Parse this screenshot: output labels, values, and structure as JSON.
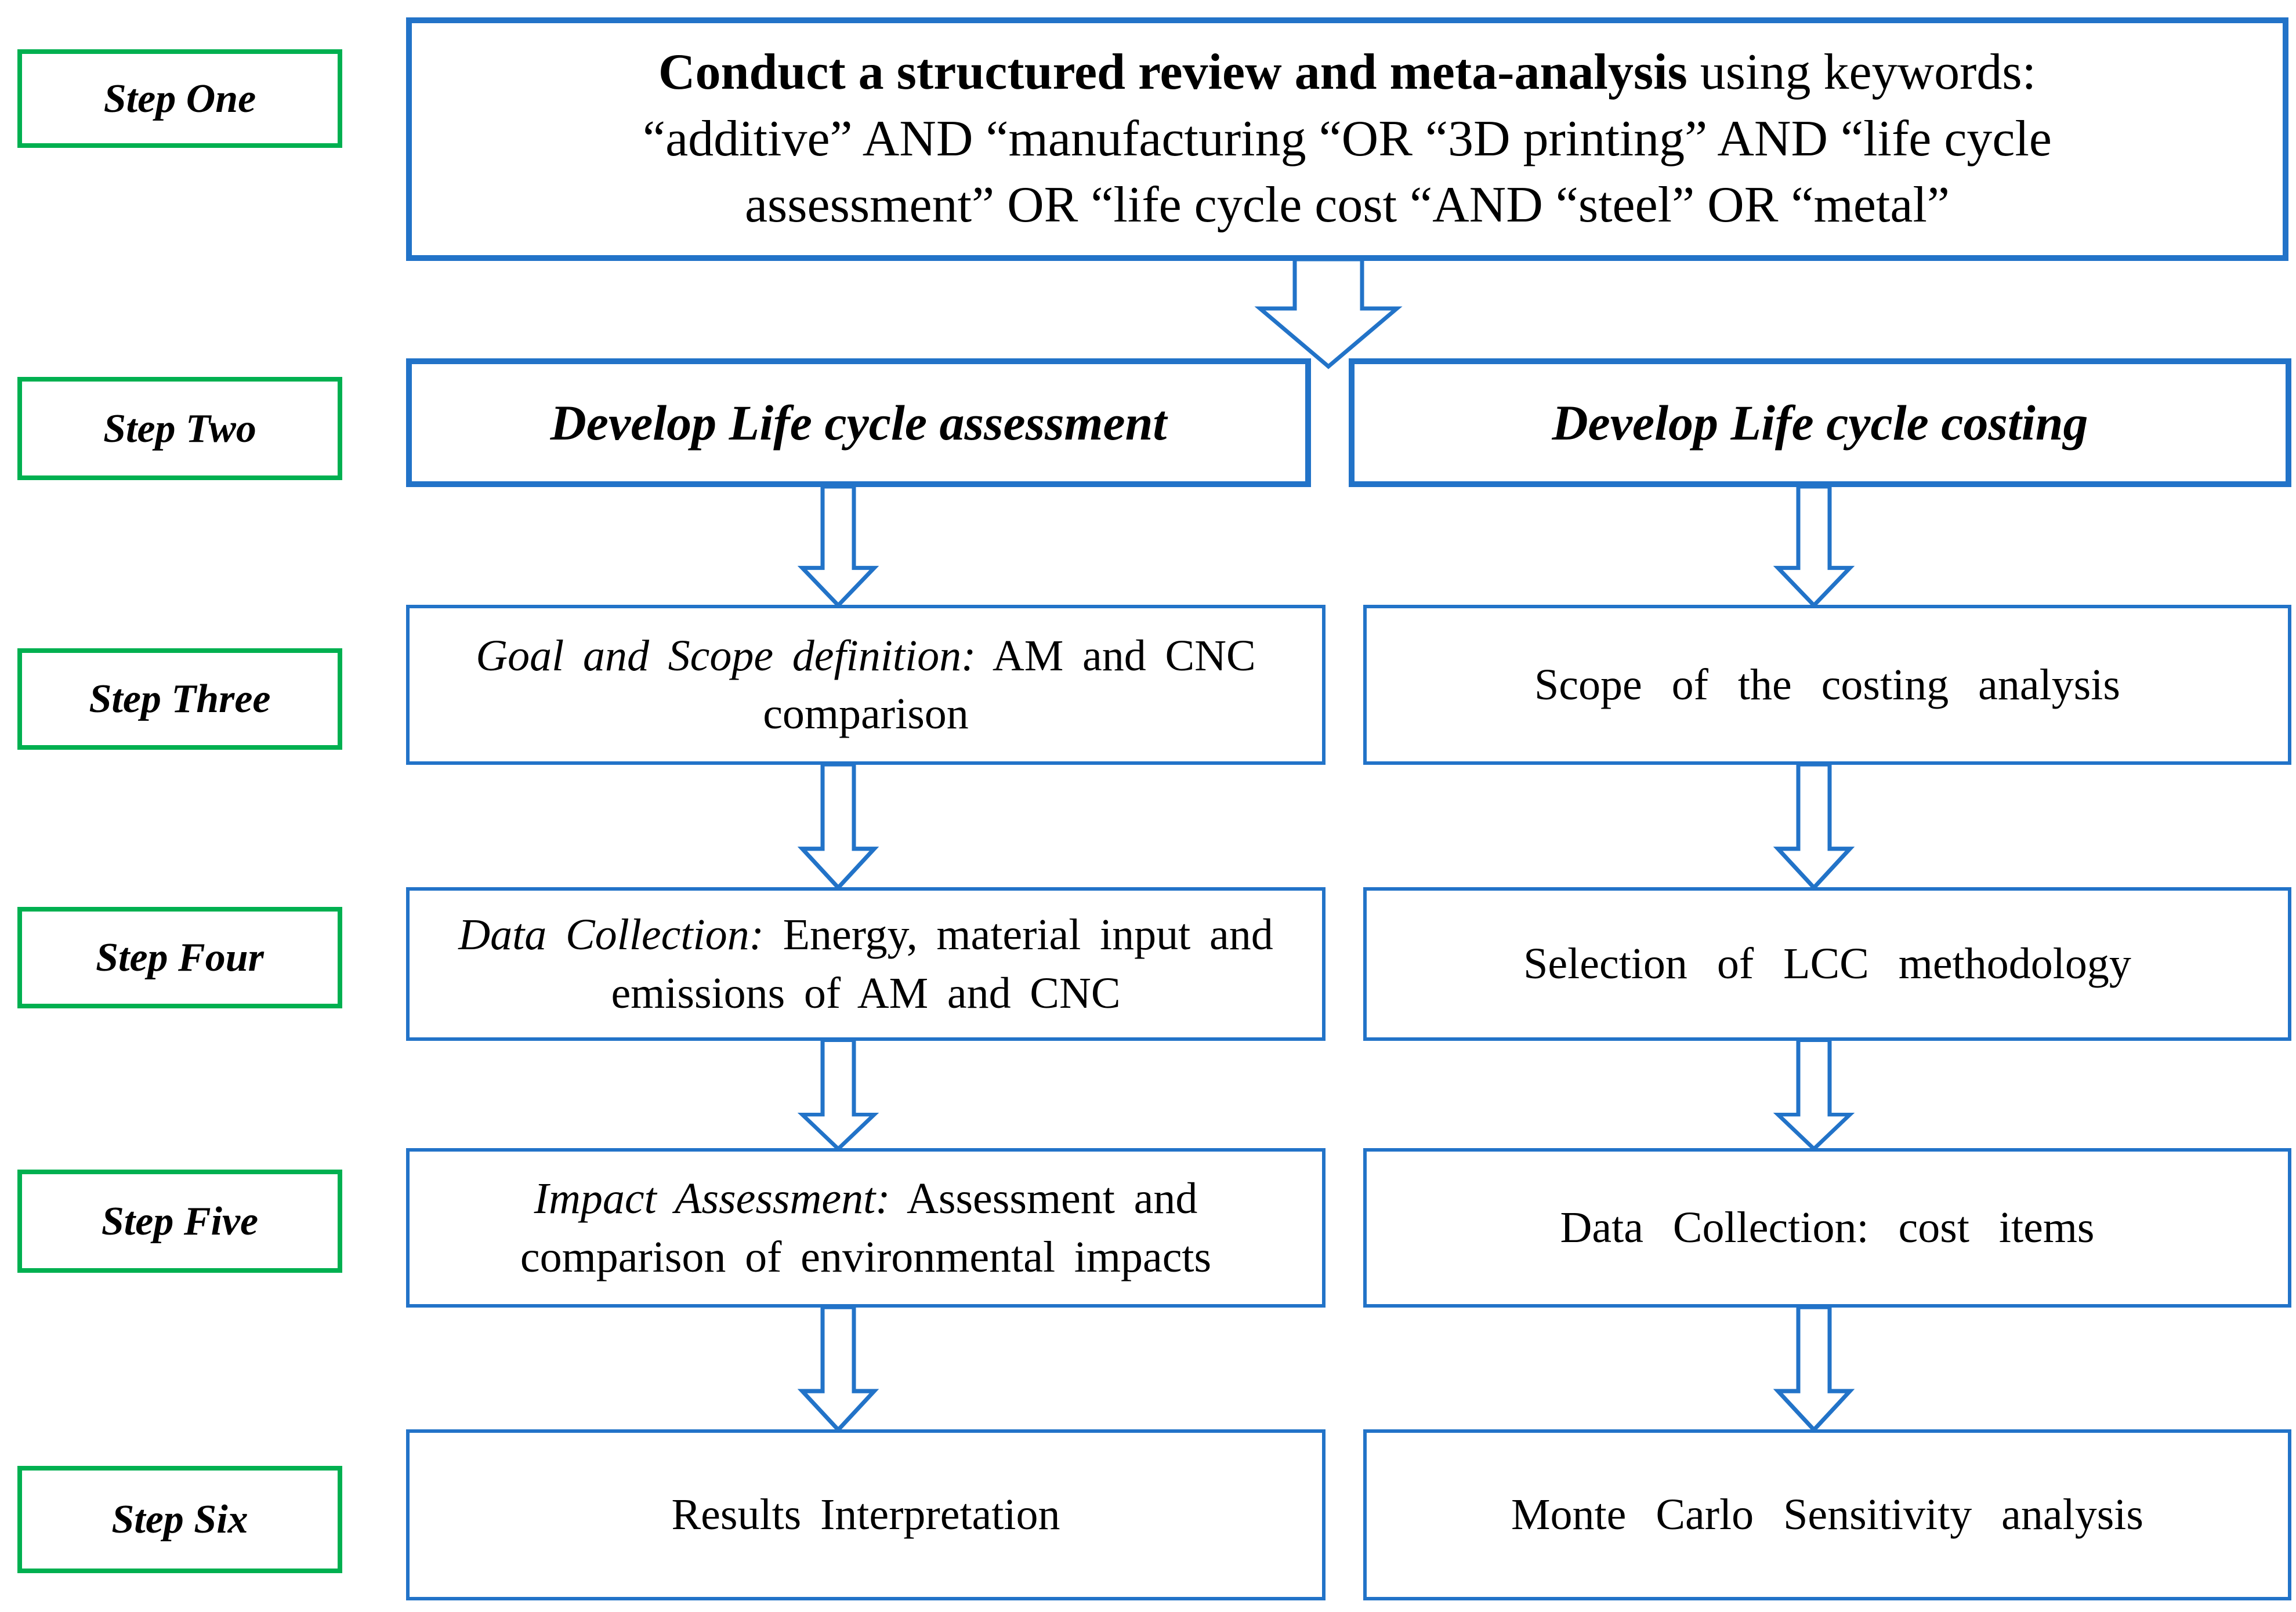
{
  "diagram": {
    "title_box": {
      "line1_bold": "Conduct a structured review and meta-analysis",
      "line1_rest": " using keywords:",
      "line2": "“additive” AND “manufacturing “OR “3D printing” AND “life cycle",
      "line3": "assessment” OR “life cycle cost “AND “steel” OR “metal”"
    },
    "step_labels": [
      "Step One",
      "Step Two",
      "Step Three",
      "Step Four",
      "Step Five",
      "Step Six"
    ],
    "lca_column": {
      "header": "Develop Life cycle assessment",
      "step3_lead": "Goal and Scope definition:",
      "step3_rest": " AM and CNC comparison",
      "step4_lead": "Data Collection:",
      "step4_rest": " Energy, material input and emissions of AM and CNC",
      "step5_lead": "Impact Assessment:",
      "step5_rest": " Assessment and comparison of environmental impacts",
      "step6": "Results Interpretation"
    },
    "lcc_column": {
      "header": "Develop Life cycle costing",
      "step3": "Scope of the costing analysis",
      "step4": "Selection of LCC methodology",
      "step5": "Data Collection: cost items",
      "step6": "Monte Carlo Sensitivity analysis"
    },
    "colors": {
      "box_blue": "#2273C8",
      "step_green": "#00B050",
      "text_black": "#000000",
      "background": "#FFFFFF"
    }
  }
}
